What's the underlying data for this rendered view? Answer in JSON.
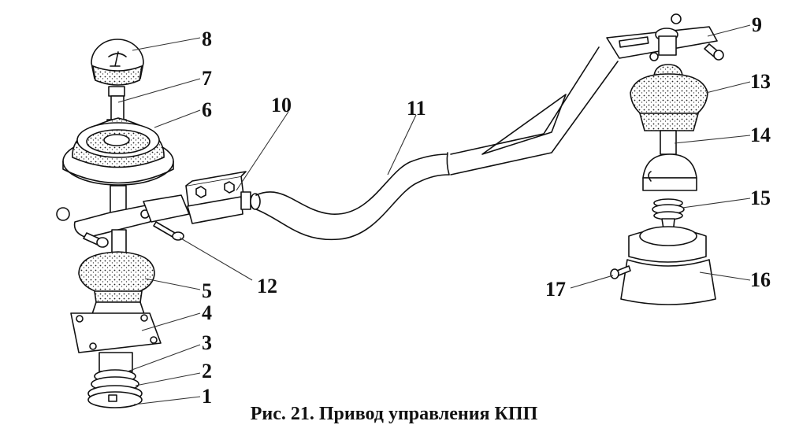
{
  "figure": {
    "caption": "Рис. 21. Привод управления КПП",
    "labels": [
      "1",
      "2",
      "3",
      "4",
      "5",
      "6",
      "7",
      "8",
      "9",
      "10",
      "11",
      "12",
      "13",
      "14",
      "15",
      "16",
      "17"
    ]
  }
}
